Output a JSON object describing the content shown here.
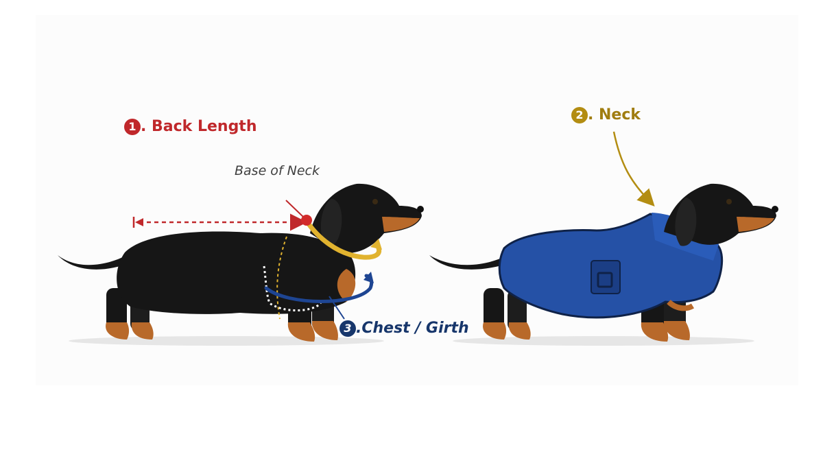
{
  "labels": {
    "back_length": {
      "number": "1",
      "text": ". Back Length",
      "color": "#c0282b"
    },
    "neck": {
      "number": "2",
      "text": ". Neck",
      "color": "#b38d12"
    },
    "chest_girth": {
      "number": "3",
      "text": ".Chest / Girth",
      "color": "#17366b"
    },
    "base_of_neck": "Base of Neck"
  },
  "colors": {
    "dog_coat": "#161616",
    "tan_points": "#b8692a",
    "jacket": "#2551a6",
    "back_length_marker": "#c0282b",
    "neck_marker": "#e1b32f",
    "chest_marker": "#1e4592"
  }
}
